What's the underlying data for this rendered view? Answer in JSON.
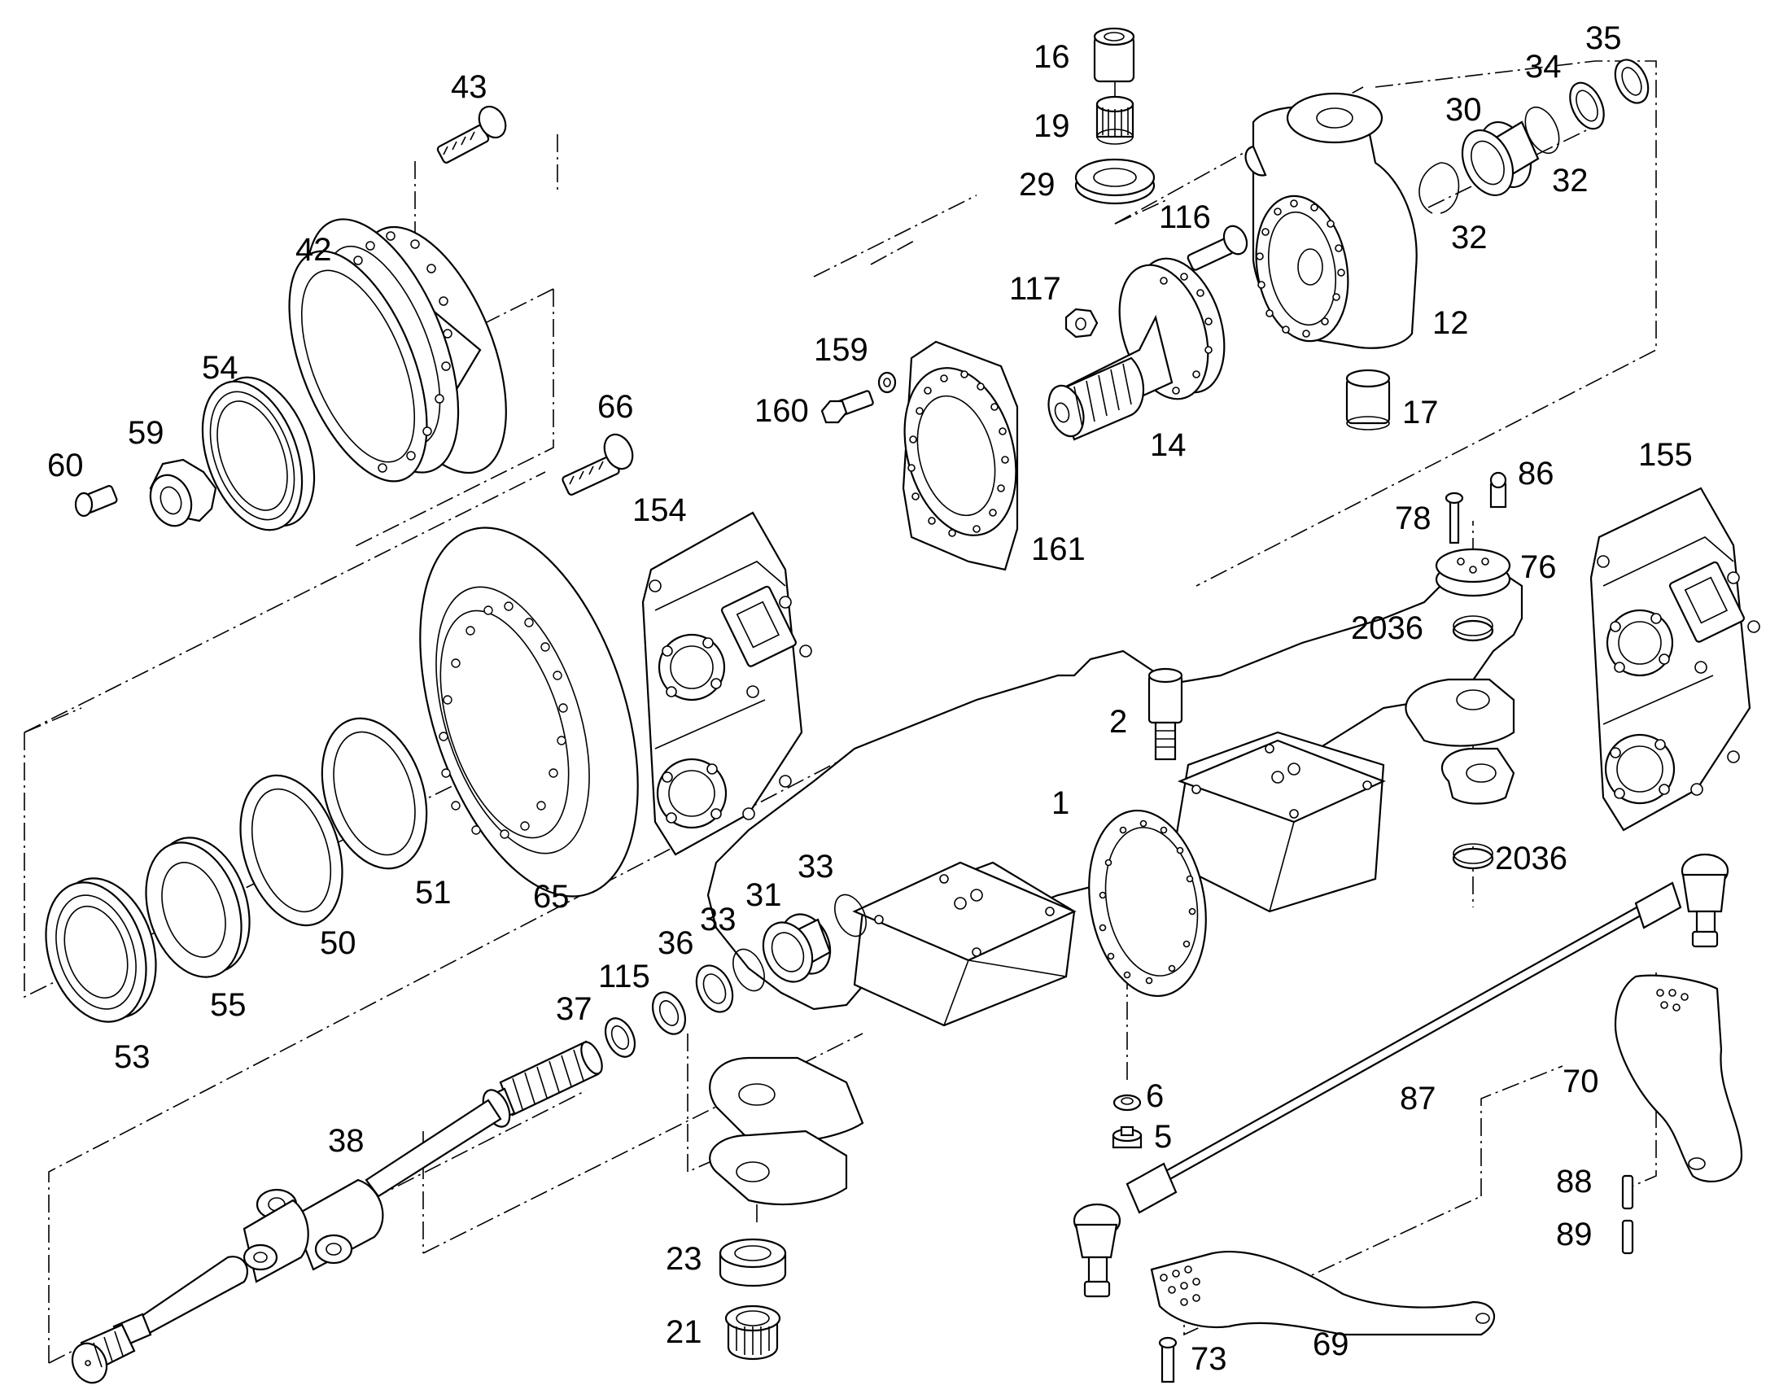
{
  "diagram": {
    "type": "exploded-parts-diagram",
    "callouts": [
      {
        "id": "c43",
        "label": "43"
      },
      {
        "id": "c42",
        "label": "42"
      },
      {
        "id": "c54",
        "label": "54"
      },
      {
        "id": "c59",
        "label": "59"
      },
      {
        "id": "c60",
        "label": "60"
      },
      {
        "id": "c66",
        "label": "66"
      },
      {
        "id": "c154",
        "label": "154"
      },
      {
        "id": "c16",
        "label": "16"
      },
      {
        "id": "c19",
        "label": "19"
      },
      {
        "id": "c29",
        "label": "29"
      },
      {
        "id": "c116",
        "label": "116"
      },
      {
        "id": "c117",
        "label": "117"
      },
      {
        "id": "c159",
        "label": "159"
      },
      {
        "id": "c160",
        "label": "160"
      },
      {
        "id": "c14",
        "label": "14"
      },
      {
        "id": "c161",
        "label": "161"
      },
      {
        "id": "c12",
        "label": "12"
      },
      {
        "id": "c17",
        "label": "17"
      },
      {
        "id": "c30",
        "label": "30"
      },
      {
        "id": "c32a",
        "label": "32"
      },
      {
        "id": "c32b",
        "label": "32"
      },
      {
        "id": "c34",
        "label": "34"
      },
      {
        "id": "c35",
        "label": "35"
      },
      {
        "id": "c155",
        "label": "155"
      },
      {
        "id": "c86",
        "label": "86"
      },
      {
        "id": "c78",
        "label": "78"
      },
      {
        "id": "c76",
        "label": "76"
      },
      {
        "id": "c2036a",
        "label": "2036"
      },
      {
        "id": "c2036b",
        "label": "2036"
      },
      {
        "id": "c2",
        "label": "2"
      },
      {
        "id": "c1",
        "label": "1"
      },
      {
        "id": "c51",
        "label": "51"
      },
      {
        "id": "c65",
        "label": "65"
      },
      {
        "id": "c50",
        "label": "50"
      },
      {
        "id": "c55",
        "label": "55"
      },
      {
        "id": "c53",
        "label": "53"
      },
      {
        "id": "c33a",
        "label": "33"
      },
      {
        "id": "c31",
        "label": "31"
      },
      {
        "id": "c33b",
        "label": "33"
      },
      {
        "id": "c36",
        "label": "36"
      },
      {
        "id": "c115",
        "label": "115"
      },
      {
        "id": "c37",
        "label": "37"
      },
      {
        "id": "c38",
        "label": "38"
      },
      {
        "id": "c6",
        "label": "6"
      },
      {
        "id": "c5",
        "label": "5"
      },
      {
        "id": "c87",
        "label": "87"
      },
      {
        "id": "c70",
        "label": "70"
      },
      {
        "id": "c88",
        "label": "88"
      },
      {
        "id": "c89",
        "label": "89"
      },
      {
        "id": "c23",
        "label": "23"
      },
      {
        "id": "c21",
        "label": "21"
      },
      {
        "id": "c73",
        "label": "73"
      },
      {
        "id": "c69",
        "label": "69"
      }
    ]
  }
}
